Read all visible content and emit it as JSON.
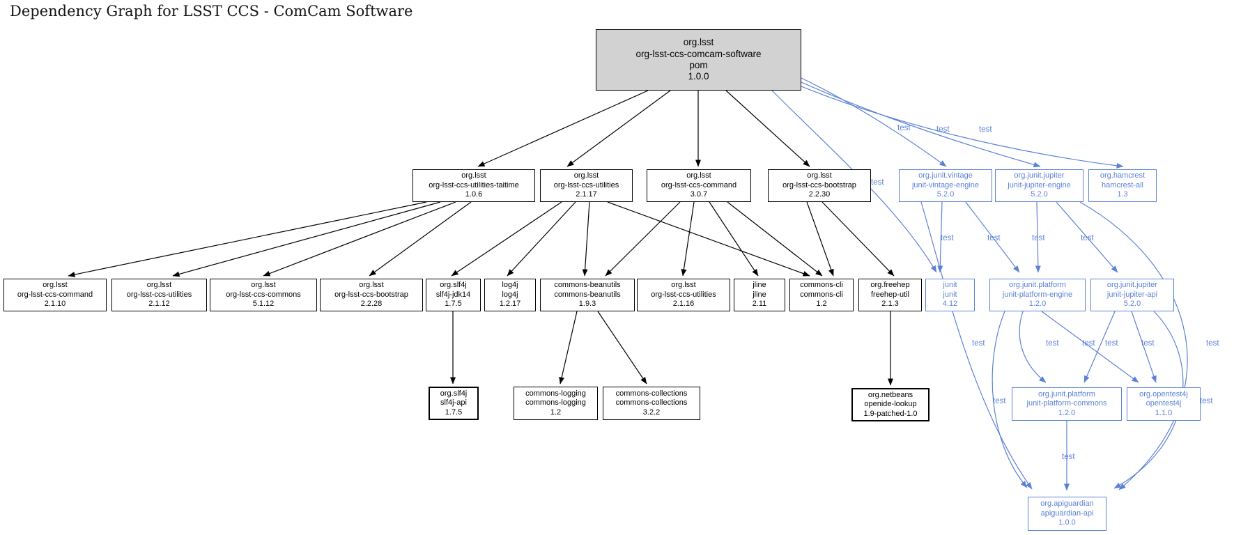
{
  "title": "Dependency Graph for LSST CCS - ComCam Software",
  "edge_label": "test",
  "colors": {
    "compile_scope": "#000000",
    "test_scope": "#5b81d6",
    "root_fill": "#d2d2d2",
    "node_fill": "#ffffff"
  },
  "nodes": {
    "root": {
      "group": "org.lsst",
      "artifact": "org-lsst-ccs-comcam-software",
      "packaging": "pom",
      "version": "1.0.0"
    },
    "taitime": {
      "group": "org.lsst",
      "artifact": "org-lsst-ccs-utilities-taitime",
      "version": "1.0.6"
    },
    "utilities_2_1_17": {
      "group": "org.lsst",
      "artifact": "org-lsst-ccs-utilities",
      "version": "2.1.17"
    },
    "command_3_0_7": {
      "group": "org.lsst",
      "artifact": "org-lsst-ccs-command",
      "version": "3.0.7"
    },
    "bootstrap_2_2_30": {
      "group": "org.lsst",
      "artifact": "org-lsst-ccs-bootstrap",
      "version": "2.2.30"
    },
    "vintage_engine": {
      "group": "org.junit.vintage",
      "artifact": "junit-vintage-engine",
      "version": "5.2.0"
    },
    "jupiter_engine": {
      "group": "org.junit.jupiter",
      "artifact": "junit-jupiter-engine",
      "version": "5.2.0"
    },
    "hamcrest": {
      "group": "org.hamcrest",
      "artifact": "hamcrest-all",
      "version": "1.3"
    },
    "command_2_1_10": {
      "group": "org.lsst",
      "artifact": "org-lsst-ccs-command",
      "version": "2.1.10"
    },
    "utilities_2_1_12": {
      "group": "org.lsst",
      "artifact": "org-lsst-ccs-utilities",
      "version": "2.1.12"
    },
    "commons_5_1_12": {
      "group": "org.lsst",
      "artifact": "org-lsst-ccs-commons",
      "version": "5.1.12"
    },
    "bootstrap_2_2_28": {
      "group": "org.lsst",
      "artifact": "org-lsst-ccs-bootstrap",
      "version": "2.2.28"
    },
    "slf4j_jdk14": {
      "group": "org.slf4j",
      "artifact": "slf4j-jdk14",
      "version": "1.7.5"
    },
    "log4j": {
      "group": "log4j",
      "artifact": "log4j",
      "version": "1.2.17"
    },
    "beanutils": {
      "group": "commons-beanutils",
      "artifact": "commons-beanutils",
      "version": "1.9.3"
    },
    "utilities_2_1_16": {
      "group": "org.lsst",
      "artifact": "org-lsst-ccs-utilities",
      "version": "2.1.16"
    },
    "jline": {
      "group": "jline",
      "artifact": "jline",
      "version": "2.11"
    },
    "commons_cli": {
      "group": "commons-cli",
      "artifact": "commons-cli",
      "version": "1.2"
    },
    "freehep_util": {
      "group": "org.freehep",
      "artifact": "freehep-util",
      "version": "2.1.3"
    },
    "junit": {
      "group": "junit",
      "artifact": "junit",
      "version": "4.12"
    },
    "platform_engine": {
      "group": "org.junit.platform",
      "artifact": "junit-platform-engine",
      "version": "1.2.0"
    },
    "jupiter_api": {
      "group": "org.junit.jupiter",
      "artifact": "junit-jupiter-api",
      "version": "5.2.0"
    },
    "slf4j_api": {
      "group": "org.slf4j",
      "artifact": "slf4j-api",
      "version": "1.7.5"
    },
    "commons_logging": {
      "group": "commons-logging",
      "artifact": "commons-logging",
      "version": "1.2"
    },
    "commons_collections": {
      "group": "commons-collections",
      "artifact": "commons-collections",
      "version": "3.2.2"
    },
    "netbeans_lookup": {
      "group": "org.netbeans",
      "artifact": "openide-lookup",
      "version": "1.9-patched-1.0"
    },
    "platform_commons": {
      "group": "org.junit.platform",
      "artifact": "junit-platform-commons",
      "version": "1.2.0"
    },
    "opentest4j": {
      "group": "org.opentest4j",
      "artifact": "opentest4j",
      "version": "1.1.0"
    },
    "apiguardian": {
      "group": "org.apiguardian",
      "artifact": "apiguardian-api",
      "version": "1.0.0"
    }
  },
  "edges": [
    {
      "from": "root",
      "to": "taitime",
      "scope": "compile"
    },
    {
      "from": "root",
      "to": "utilities_2_1_17",
      "scope": "compile"
    },
    {
      "from": "root",
      "to": "command_3_0_7",
      "scope": "compile"
    },
    {
      "from": "root",
      "to": "bootstrap_2_2_30",
      "scope": "compile"
    },
    {
      "from": "root",
      "to": "vintage_engine",
      "scope": "test"
    },
    {
      "from": "root",
      "to": "jupiter_engine",
      "scope": "test"
    },
    {
      "from": "root",
      "to": "hamcrest",
      "scope": "test"
    },
    {
      "from": "root",
      "to": "junit",
      "scope": "test"
    },
    {
      "from": "taitime",
      "to": "command_2_1_10",
      "scope": "compile"
    },
    {
      "from": "taitime",
      "to": "utilities_2_1_12",
      "scope": "compile"
    },
    {
      "from": "taitime",
      "to": "commons_5_1_12",
      "scope": "compile"
    },
    {
      "from": "taitime",
      "to": "bootstrap_2_2_28",
      "scope": "compile"
    },
    {
      "from": "utilities_2_1_17",
      "to": "slf4j_jdk14",
      "scope": "compile"
    },
    {
      "from": "utilities_2_1_17",
      "to": "log4j",
      "scope": "compile"
    },
    {
      "from": "utilities_2_1_17",
      "to": "beanutils",
      "scope": "compile"
    },
    {
      "from": "utilities_2_1_17",
      "to": "commons_cli",
      "scope": "compile"
    },
    {
      "from": "command_3_0_7",
      "to": "beanutils",
      "scope": "compile"
    },
    {
      "from": "command_3_0_7",
      "to": "utilities_2_1_16",
      "scope": "compile"
    },
    {
      "from": "command_3_0_7",
      "to": "jline",
      "scope": "compile"
    },
    {
      "from": "command_3_0_7",
      "to": "commons_cli",
      "scope": "compile"
    },
    {
      "from": "bootstrap_2_2_30",
      "to": "commons_cli",
      "scope": "compile"
    },
    {
      "from": "bootstrap_2_2_30",
      "to": "freehep_util",
      "scope": "compile"
    },
    {
      "from": "slf4j_jdk14",
      "to": "slf4j_api",
      "scope": "compile"
    },
    {
      "from": "beanutils",
      "to": "commons_logging",
      "scope": "compile"
    },
    {
      "from": "beanutils",
      "to": "commons_collections",
      "scope": "compile"
    },
    {
      "from": "freehep_util",
      "to": "netbeans_lookup",
      "scope": "compile"
    },
    {
      "from": "vintage_engine",
      "to": "junit",
      "scope": "test"
    },
    {
      "from": "vintage_engine",
      "to": "platform_engine",
      "scope": "test"
    },
    {
      "from": "vintage_engine",
      "to": "apiguardian",
      "scope": "test"
    },
    {
      "from": "jupiter_engine",
      "to": "platform_engine",
      "scope": "test"
    },
    {
      "from": "jupiter_engine",
      "to": "jupiter_api",
      "scope": "test"
    },
    {
      "from": "jupiter_engine",
      "to": "apiguardian",
      "scope": "test"
    },
    {
      "from": "platform_engine",
      "to": "platform_commons",
      "scope": "test"
    },
    {
      "from": "platform_engine",
      "to": "opentest4j",
      "scope": "test"
    },
    {
      "from": "platform_engine",
      "to": "apiguardian",
      "scope": "test"
    },
    {
      "from": "jupiter_api",
      "to": "platform_commons",
      "scope": "test"
    },
    {
      "from": "jupiter_api",
      "to": "opentest4j",
      "scope": "test"
    },
    {
      "from": "jupiter_api",
      "to": "apiguardian",
      "scope": "test"
    },
    {
      "from": "platform_commons",
      "to": "apiguardian",
      "scope": "test"
    }
  ]
}
